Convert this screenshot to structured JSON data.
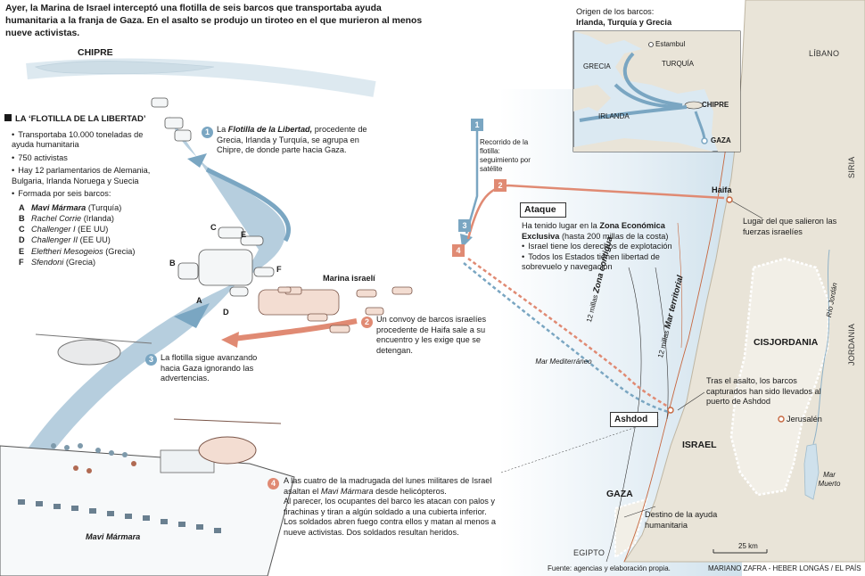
{
  "headline": "Ayer, la Marina de Israel interceptó una flotilla de seis barcos que transportaba ayuda humanitaria a la franja de Gaza. En el asalto se produjo un tiroteo en el que murieron al menos nueve activistas.",
  "places": {
    "chipre_top": "CHIPRE",
    "libano": "LÍBANO",
    "siria": "SIRIA",
    "jordania": "JORDANIA",
    "cisjordania": "CISJORDANIA",
    "israel": "ISRAEL",
    "gaza": "GAZA",
    "egipto": "EGIPTO",
    "haifa": "Haifa",
    "ashdod": "Ashdod",
    "jerusalen": "Jerusalén",
    "rio_jordan": "Río Jordán",
    "mar_muerto": "Mar Muerto",
    "mar_mediterraneo": "Mar Mediterráneo"
  },
  "flotilla": {
    "heading": "LA ‘FLOTILLA DE LA LIBERTAD’",
    "bullets": [
      "Transportaba 10.000 toneladas de ayuda humanitaria",
      "750 activistas",
      "Hay 12 parlamentarios de Alemania, Bulgaria, Irlanda Noruega y Suecia",
      "Formada por seis barcos:"
    ],
    "ships": [
      {
        "letter": "A",
        "name": "Mavi Mármara",
        "country": "(Turquía)"
      },
      {
        "letter": "B",
        "name": "Rachel Corrie",
        "country": "(Irlanda)"
      },
      {
        "letter": "C",
        "name": "Challenger I",
        "country": "(EE UU)"
      },
      {
        "letter": "D",
        "name": "Challenger II",
        "country": "(EE UU)"
      },
      {
        "letter": "E",
        "name": "Eleftheri Mesogeios",
        "country": "(Grecia)"
      },
      {
        "letter": "F",
        "name": "Sfendoni",
        "country": "(Grecia)"
      }
    ],
    "ship_letters": [
      "C",
      "E",
      "B",
      "F",
      "A",
      "D"
    ]
  },
  "steps": [
    {
      "n": "1",
      "parts": [
        "La ",
        "Flotilla de la Libertad,",
        " procedente de Grecia, Irlanda y Turquía, se agrupa en Chipre, de donde parte hacia Gaza."
      ]
    },
    {
      "n": "2",
      "text": "Un convoy de barcos israelíes procedente de Haifa sale a su encuentro y les exige que se detengan."
    },
    {
      "n": "3",
      "text": "La flotilla sigue avanzando hacia Gaza ignorando las advertencias."
    },
    {
      "n": "4",
      "parts": [
        "A las cuatro de la madrugada del lunes militares de Israel asaltan el ",
        "Mavi Mármara",
        " desde helicópteros."
      ],
      "more": [
        "Al parecer, los ocupantes del barco les atacan con palos y tirachinas y tiran a algún soldado a una cubierta inferior.",
        "Los soldados abren fuego contra ellos y matan al menos a nueve activistas. Dos soldados resultan heridos."
      ]
    }
  ],
  "marina_israeli": "Marina israelí",
  "mavi_label": "Mavi Mármara",
  "route_steps": [
    "1",
    "2",
    "3",
    "4"
  ],
  "route_note": "Recorrido de la flotilla: seguimiento por satélite",
  "ataque": {
    "title": "Ataque",
    "intro_a": "Ha tenido lugar en la ",
    "intro_b": "Zona Económica Exclusiva",
    "intro_c": " (hasta 200 millas de la costa)",
    "bullets": [
      "Israel tiene los derechos de explotación",
      "Todos los Estados tienen libertad de sobrevuelo y navegación"
    ]
  },
  "zones": {
    "contigua_miles": "12 millas",
    "contigua": "Zona contigua",
    "territorial_miles": "12 millas",
    "territorial": "Mar territorial"
  },
  "annotations": {
    "haifa_note": "Lugar del que salieron las fuerzas israelíes",
    "ashdod_note": "Tras el asalto, los barcos capturados han sido llevados al puerto de Ashdod",
    "gaza_note": "Destino de la ayuda humanitaria"
  },
  "inset": {
    "title_a": "Origen de los barcos:",
    "title_b": "Irlanda, Turquía y Grecia",
    "estambul": "Estambul",
    "grecia": "GRECIA",
    "turquia": "TURQUÍA",
    "irlanda": "IRLANDA",
    "chipre": "CHIPRE",
    "gaza": "GAZA"
  },
  "scale": "25 km",
  "source": "Fuente: agencias y elaboración propia.",
  "credits": "MARIANO ZAFRA - HEBER LONGÁS / EL PAÍS",
  "colors": {
    "sea": "#dbe9f2",
    "land": "#e9e4d8",
    "route_blue": "#7aa6c2",
    "route_red": "#e08a73",
    "dark": "#1a1a1a"
  }
}
